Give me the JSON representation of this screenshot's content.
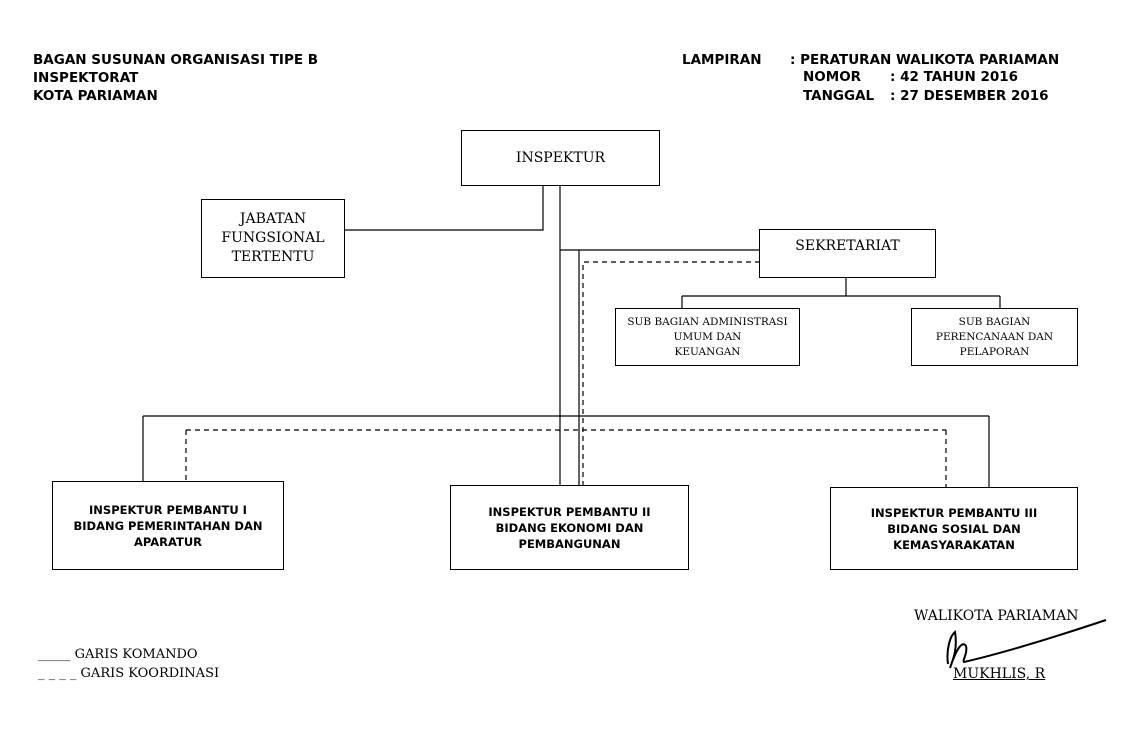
{
  "header_left": {
    "line1": "BAGAN SUSUNAN ORGANISASI TIPE B",
    "line2": "INSPEKTORAT",
    "line3": "KOTA PARIAMAN"
  },
  "header_right": {
    "lampiran_label": "LAMPIRAN",
    "lampiran_value": ": PERATURAN WALIKOTA PARIAMAN",
    "nomor_label": "NOMOR",
    "nomor_value": ":  42 TAHUN 2016",
    "tanggal_label": "TANGGAL",
    "tanggal_value": ":  27 DESEMBER 2016"
  },
  "boxes": {
    "inspektur": "INSPEKTUR",
    "jabatan": [
      "JABATAN",
      "FUNGSIONAL",
      "TERTENTU"
    ],
    "sekretariat": "SEKRETARIAT",
    "sub_admin": [
      "SUB BAGIAN ADMINISTRASI",
      "UMUM DAN",
      "KEUANGAN"
    ],
    "sub_perencanaan": [
      "SUB BAGIAN",
      "PERENCANAAN DAN",
      "PELAPORAN"
    ],
    "irban1": [
      "INSPEKTUR PEMBANTU I",
      "BIDANG PEMERINTAHAN DAN",
      "APARATUR"
    ],
    "irban2": [
      "INSPEKTUR PEMBANTU II",
      "BIDANG EKONOMI DAN",
      "PEMBANGUNAN"
    ],
    "irban3": [
      "INSPEKTUR PEMBANTU III",
      "BIDANG SOSIAL DAN",
      "KEMASYARAKATAN"
    ]
  },
  "legend": {
    "komando_marker": "_____",
    "komando": "GARIS KOMANDO",
    "koordinasi_marker": "_ _ _ _",
    "koordinasi": "GARIS KOORDINASI"
  },
  "signature": {
    "title": "WALIKOTA PARIAMAN",
    "name": "MUKHLIS, R"
  }
}
